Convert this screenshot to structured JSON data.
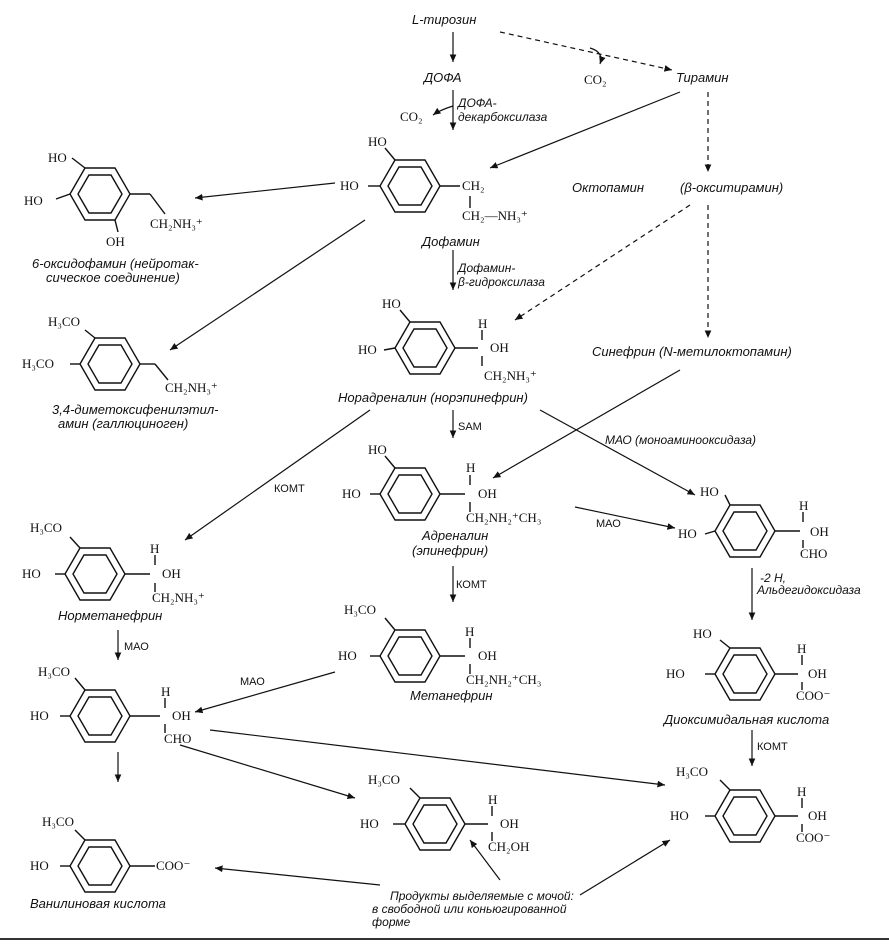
{
  "labels": {
    "l_tyrosine": "L-тирозин",
    "dopa": "ДОФА",
    "co2_a": "CO₂",
    "co2_b": "CO₂",
    "tyramine": "Тирамин",
    "dopa_decarb_1": "ДОФА-",
    "dopa_decarb_2": "декарбоксилаза",
    "dopamine": "Дофамин",
    "octopamine": "Октопамин",
    "beta_oxytyramine": "(β-окситирамин)",
    "six_oh_dopamine_1": "6-оксидофамин (нейротак-",
    "six_oh_dopamine_2": "сическое соединение)",
    "dopamine_bh_1": "Дофамин-",
    "dopamine_bh_2": "β-гидроксилаза",
    "synephrine": "Синефрин (N-метилоктопамин)",
    "dimethoxy_1": "3,4-диметоксифенилэтил-",
    "dimethoxy_2": "амин (галлюциноген)",
    "noradrenaline": "Норадреналин (норэпинефрин)",
    "sam": "SAM",
    "mao_full": "МАО (моноаминооксидаза)",
    "komt_a": "КОМТ",
    "adrenaline_1": "Адреналин",
    "adrenaline_2": "(эпинефрин)",
    "mao_a": "МАО",
    "minus2h": "-2 H,",
    "aldehyde_ox": "Альдегидоксидаза",
    "normetanephrine": "Норметанефрин",
    "komt_b": "КОМТ",
    "mao_b": "МАО",
    "mao_c": "МАО",
    "metanephrine": "Метанефрин",
    "dioxymandelic": "Диоксимидальная кислота",
    "komt_c": "КОМТ",
    "vanillic": "Ванилиновая кислота",
    "products_1": "Продукты выделяемые с мочой:",
    "products_2": "в свободной или коньюгированной",
    "products_3": "форме"
  },
  "groups": {
    "ho": "HO",
    "oh": "OH",
    "h": "H",
    "h3co": "H₃CO",
    "ch2": "CH₂",
    "ch2nh3": "CH₂NH₃⁺",
    "ch2_nh3": "CH₂—NH₃⁺",
    "ch2nh2ch3": "CH₂NH₂⁺CH₃",
    "cho": "CHO",
    "coo": "COO⁻",
    "ch2oh": "CH₂OH"
  }
}
